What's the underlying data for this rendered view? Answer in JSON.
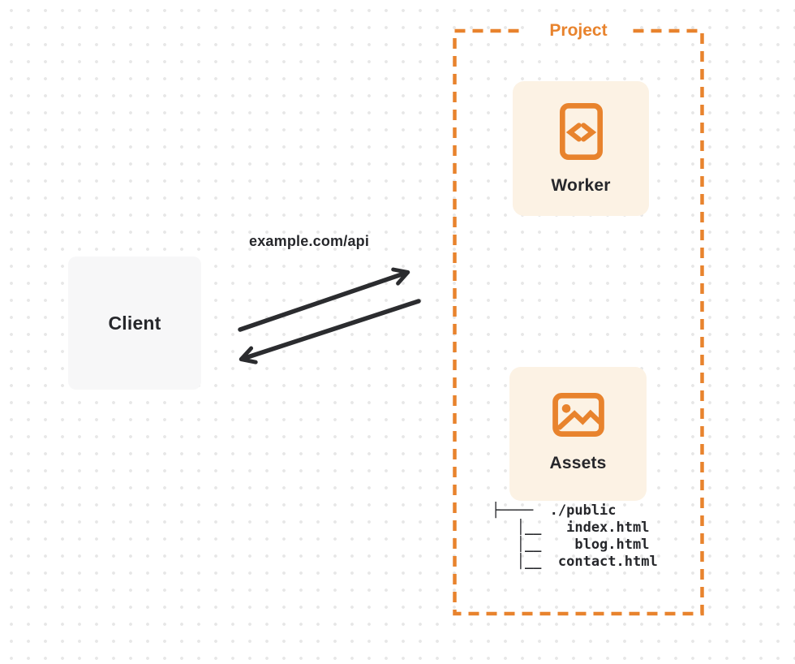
{
  "colors": {
    "accent": "#E8832D",
    "card_fill": "#FCF2E4",
    "client_fill": "#F7F7F8",
    "ink": "#26272B",
    "arrow": "#2B2C2F",
    "dot_grid": "#E7E7E7"
  },
  "diagram": {
    "project_label": "Project",
    "client_label": "Client",
    "worker_label": "Worker",
    "assets_label": "Assets",
    "request_label": "example.com/api",
    "icons": {
      "worker": "code-icon",
      "assets": "image-icon"
    },
    "file_tree_lines": [
      "├────  ./public",
      "   │__   index.html",
      "   │__    blog.html",
      "   │__  contact.html"
    ],
    "file_tree": {
      "root": "./public",
      "files": [
        "index.html",
        "blog.html",
        "contact.html"
      ]
    }
  }
}
